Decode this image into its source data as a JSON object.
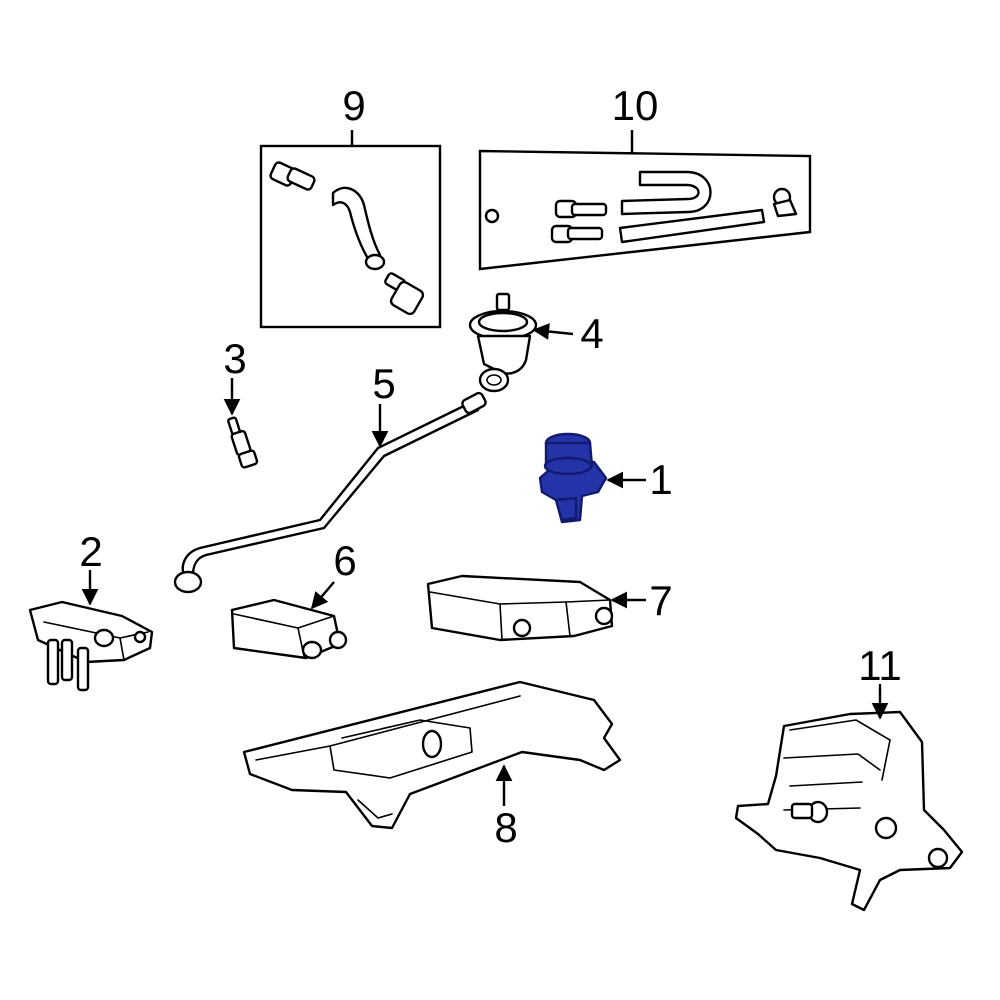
{
  "colors": {
    "highlight": "#2433a8",
    "highlight_dark": "#111a6e",
    "line": "#000000",
    "background": "#ffffff"
  },
  "callouts": {
    "c1": "1",
    "c2": "2",
    "c3": "3",
    "c4": "4",
    "c5": "5",
    "c6": "6",
    "c7": "7",
    "c8": "8",
    "c9": "9",
    "c10": "10",
    "c11": "11"
  }
}
